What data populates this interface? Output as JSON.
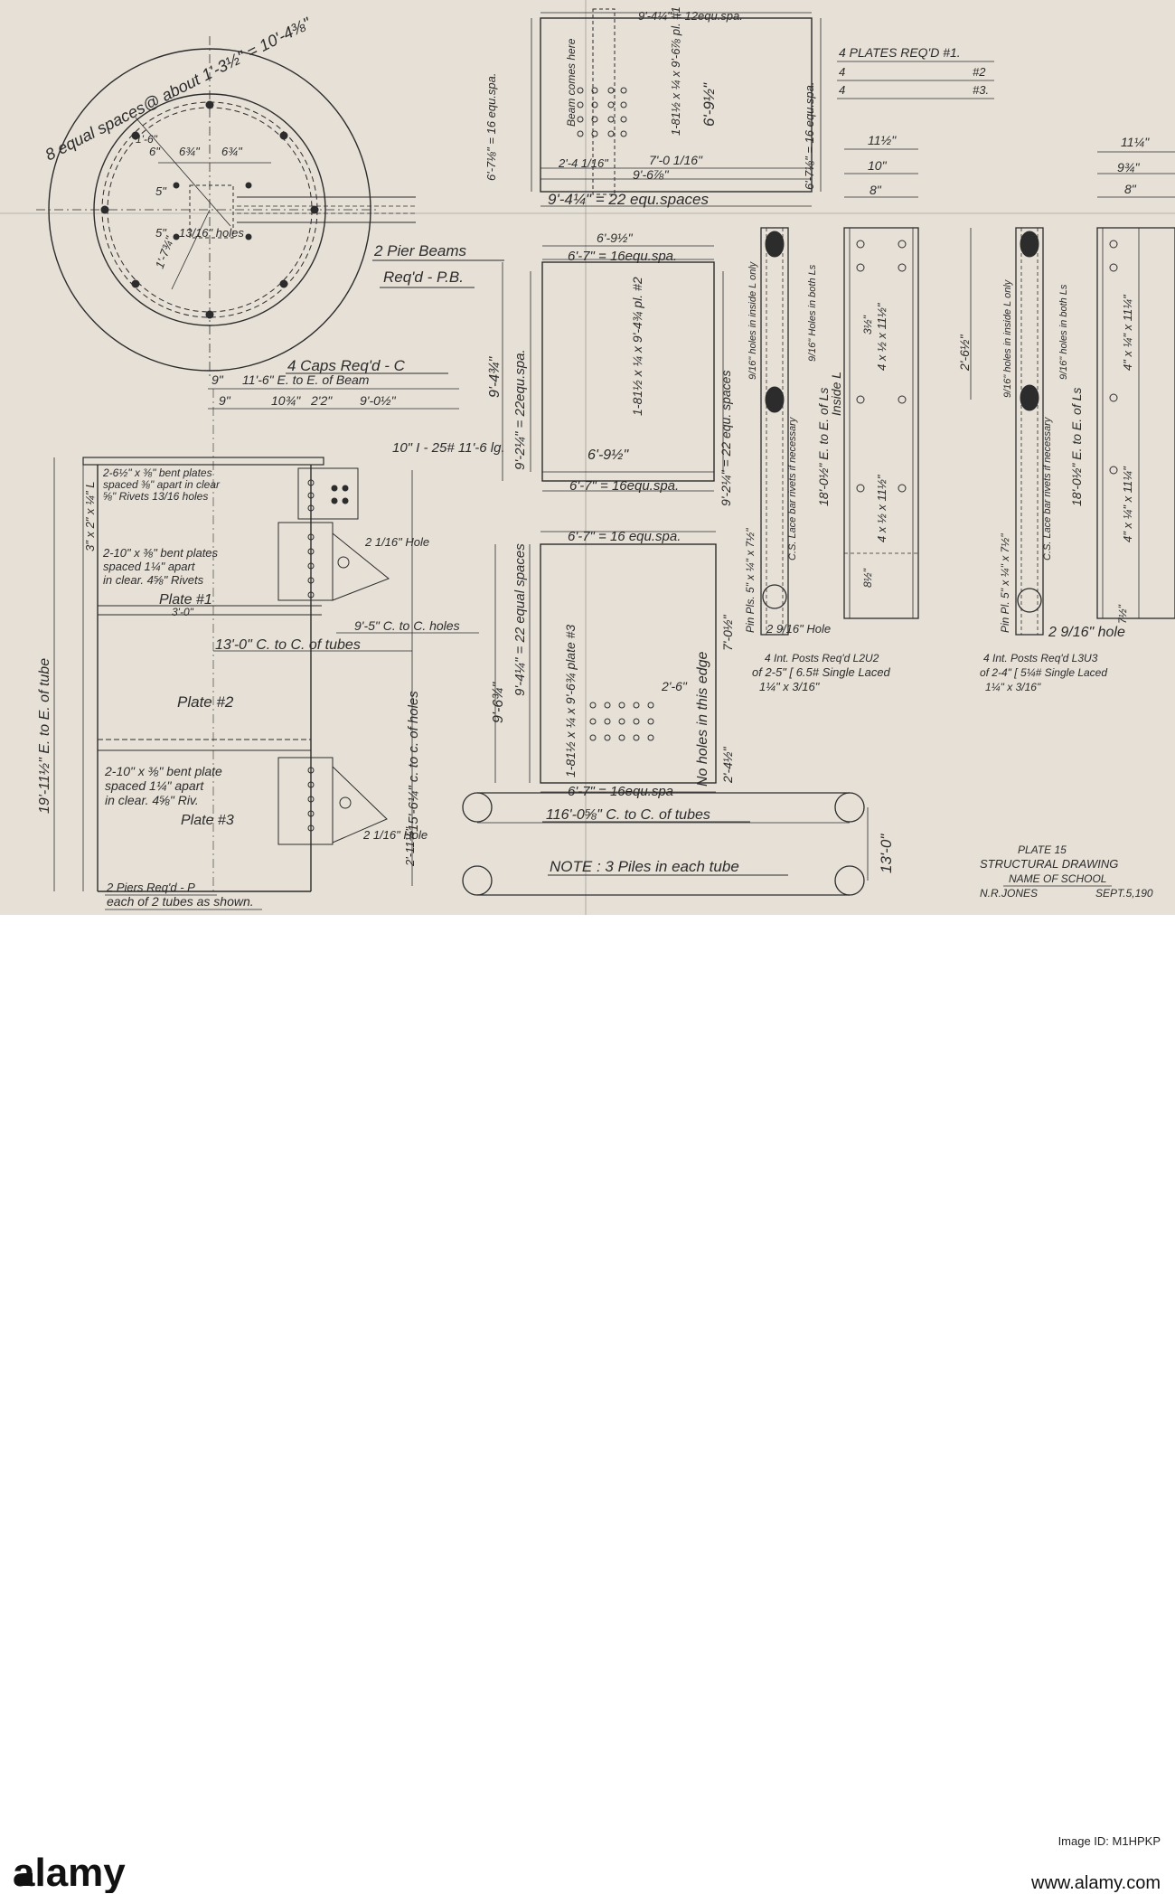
{
  "title_block": {
    "plate": "PLATE 15",
    "drawing_type": "STRUCTURAL DRAWING",
    "school": "NAME OF SCHOOL",
    "author": "N.R.JONES",
    "date": "SEPT.5,190"
  },
  "plan_circle": {
    "spacing": "8 equal spaces@ about 1'-3½\" = 10'-4⅜\"",
    "dim_a": "6\"",
    "dim_b": "6¾\"",
    "dim_c": "6¾\"",
    "dim_d": "5\"",
    "dim_e": "5\"",
    "holes": "13/16\" holes",
    "diag": "1'-7¾\"",
    "rad": "1'-6\""
  },
  "pier_beams": {
    "line1": "2 Pier Beams",
    "line2": "Req'd - P.B."
  },
  "plates_req": {
    "line1": "4 PLATES REQ'D #1.",
    "line2_qty": "4",
    "line2_ref": "#2",
    "line3_qty": "4",
    "line3_ref": "#3."
  },
  "plate1": {
    "top_dim": "9'-4¼\" = 12equ.spa.",
    "bottom_dim": "9'-4¼\" = 22 equ.spaces",
    "width": "9'-6⅞\"",
    "left_part": "2'-4 1/16\"",
    "right_part": "7'-0 1/16\"",
    "left_vert": "6'-7⅛\" = 16 equ.spa.",
    "right_vert": "6'-7⅛\" = 16 equ.spa.",
    "beam_note": "Beam comes here",
    "plate_note": "1-81½ x ¼ x 9'-6⅞ pl. #1",
    "height": "6'-9½\""
  },
  "plate2": {
    "top_overall": "6'-9½\"",
    "top_dim": "6'-7\" = 16equ.spa.",
    "left_vert": "9'-2¼\" = 22equ.spa.",
    "outer_height": "9'-4¾\"",
    "right_vert": "9'-2¼\" = 22 equ. spaces",
    "mid_width": "6'-9½\"",
    "bottom_dim": "6'-7\" = 16equ.spa.",
    "plate_note": "1-81½ x ¼ x 9'-4¾ pl. #2"
  },
  "plate3": {
    "top_dim": "6'-7\" = 16 equ.spa.",
    "left_vert": "9'-4¼\" = 22 equal spaces",
    "outer_height": "9'-6¾\"",
    "plate_note": "1-81½ x ¼ x 9'-6¾ plate #3",
    "edge_note": "No holes in this edge",
    "right_a": "7'-0½\"",
    "right_b": "2'-4½\"",
    "inner_dim": "2'-6\"",
    "bottom_dim": "6'-7\" = 16equ.spa"
  },
  "caps": {
    "title": "4 Caps Req'd - C",
    "dim_a": "9\"",
    "dim_b": "11'-6\" E. to E. of Beam",
    "dim_c": "9\"",
    "dim_d": "10¾\"",
    "dim_e": "2'2\"",
    "dim_f": "9'-0½\"",
    "beam": "10\" I - 25# 11'-6 lg."
  },
  "pier_elevation": {
    "note1_l1": "2-6½\" x ⅜\" bent plates",
    "note1_l2": "spaced ⅜\" apart in clear",
    "note1_l3": "⅝\" Rivets 13/16 holes",
    "angle": "3\" x 2\" x ¼\" L",
    "note2_l1": "2-10\" x ⅜\" bent plates",
    "note2_l2": "spaced 1¼\" apart",
    "note2_l3": "in clear. 4⅝\" Rivets",
    "hole1": "2 1/16\" Hole",
    "plate1_label": "Plate #1",
    "plate1_dim": "3'-0\"",
    "c_to_c_holes": "9'-5\" C. to C. holes",
    "c_to_c_tubes": "13'-0\" C. to C. of tubes",
    "plate2_label": "Plate #2",
    "overall_height": "19'-11½\" E. to E. of tube",
    "c_to_c_holes_vert": "15'-6¼\" c. to c. of holes",
    "note3_l1": "2-10\" x ⅜\" bent plate",
    "note3_l2": "spaced 1¼\" apart",
    "note3_l3": "in clear. 4⅝\" Riv.",
    "plate3_label": "Plate #3",
    "hole2": "2 1/16\" Hole",
    "bottom_dim": "2'-11¼\"",
    "piers_l1": "2 Piers Req'd - P",
    "piers_l2": "each of 2 tubes as shown."
  },
  "foundation": {
    "dim": "116'-0⅝\" C. to C. of tubes",
    "note": "NOTE : 3 Piles in each tube",
    "width": "13'-0\""
  },
  "post_l2u2": {
    "overall": "11½\"",
    "inner1": "10\"",
    "inner2": "8\"",
    "lacing": "C.S. Lace bar rivets if necessary",
    "holes_note": "9/16\" holes in inside L only",
    "holes_both": "9/16\" Holes in both Ls",
    "length": "18'-0½\" E. to E. of Ls",
    "inside": "Inside L",
    "angle_a": "4 x ½ x 11½\"",
    "angle_b": "4 x ½ x 11½\"",
    "pin_pl": "Pin Pls. 5\" x ¼\" x 7½\"",
    "hole": "2 9/16\" Hole",
    "label_l1": "4 Int. Posts Req'd L2U2",
    "label_l2": "of 2-5\" [ 6.5# Single Laced",
    "label_l3": "1¼\" x 3/16\"",
    "small_a": "3½\"",
    "small_b": "8½\""
  },
  "post_l3u3": {
    "overall": "11¼\"",
    "inner1": "9¾\"",
    "inner2": "8\"",
    "spacing": "2'-6½\"",
    "lacing": "C.S. Lace bar rivets if necessary",
    "holes_note": "9/16\" holes in inside L only",
    "holes_both": "9/16\" holes in both Ls",
    "length": "18'-0½\" E. to E. of Ls",
    "angle_a": "4\" x ¼\" x 11¼\"",
    "angle_b": "4\" x ¼\" x 11¼\"",
    "pin_pl": "Pin Pl. 5\" x ¼\" x 7½\"",
    "hole": "2 9/16\" hole",
    "label_l1": "4 Int. Posts Req'd L3U3",
    "label_l2": "of 2-4\" [ 5¼# Single Laced",
    "label_l3": "1¼\" x 3/16\"",
    "small_a": "7½\""
  },
  "watermark": {
    "brand": "alamy",
    "image_id_label": "Image ID: M1HPKP",
    "site": "www.alamy.com"
  }
}
